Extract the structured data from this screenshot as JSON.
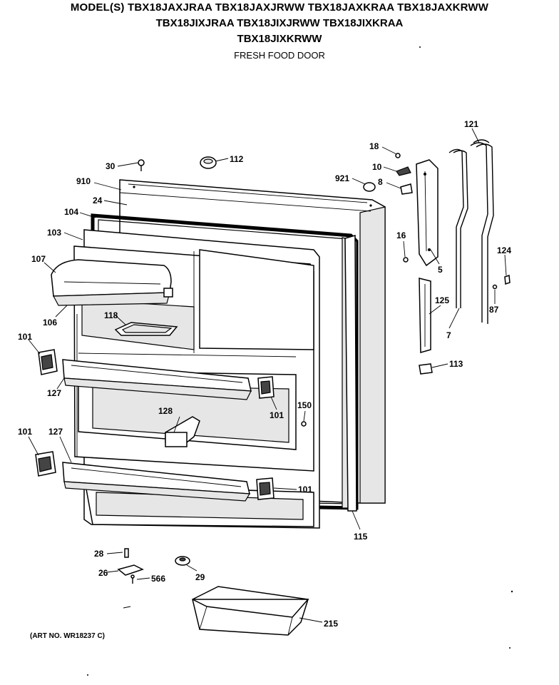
{
  "header": {
    "line1": "MODEL(S) TBX18JAXJRAA  TBX18JAXJRWW  TBX18JAXKRAA  TBX18JAXKRWW",
    "line2": "TBX18JIXJRAA  TBX18JIXJRWW  TBX18JIXKRAA",
    "line3": "TBX18JIXKRWW",
    "subtitle": "FRESH FOOD DOOR"
  },
  "footer": {
    "art_no": "(ART NO. WR18237 C)"
  },
  "callouts": [
    "30",
    "112",
    "910",
    "24",
    "104",
    "103",
    "107",
    "106",
    "118",
    "101",
    "127",
    "128",
    "150",
    "115",
    "28",
    "26",
    "566",
    "29",
    "215",
    "18",
    "10",
    "921",
    "8",
    "16",
    "5",
    "121",
    "124",
    "87",
    "125",
    "7",
    "113"
  ]
}
